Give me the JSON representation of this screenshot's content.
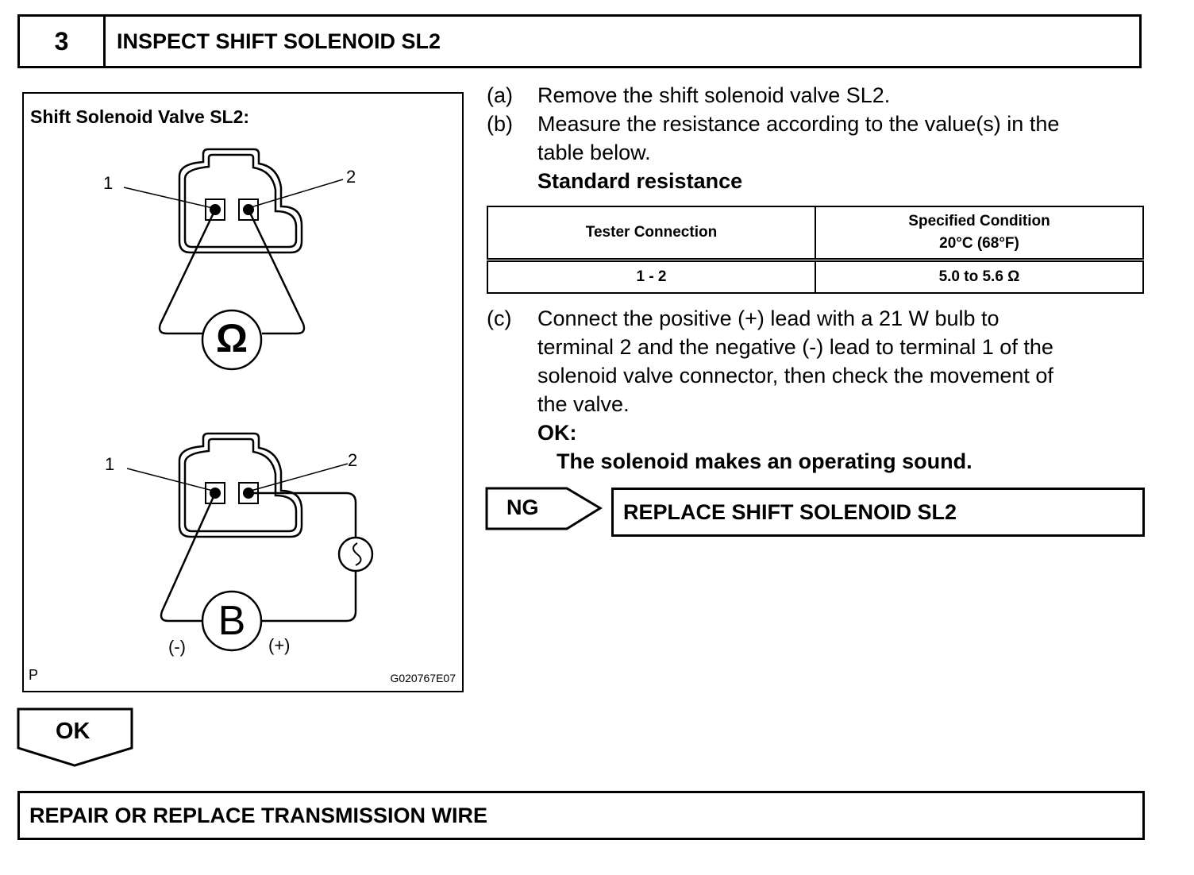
{
  "step": {
    "number": "3",
    "title": "INSPECT SHIFT SOLENOID SL2"
  },
  "figure": {
    "title": "Shift Solenoid Valve SL2:",
    "upper": {
      "terminal_1": "1",
      "terminal_2": "2",
      "meter_symbol": "Ω"
    },
    "lower": {
      "terminal_1": "1",
      "terminal_2": "2",
      "battery_symbol": "B",
      "negative": "(-)",
      "positive": "(+)"
    },
    "corner_left": "P",
    "corner_right": "G020767E07"
  },
  "instructions": {
    "a": {
      "label": "(a)",
      "text": "Remove the shift solenoid valve SL2."
    },
    "b": {
      "label": "(b)",
      "line1": "Measure the resistance according to the value(s) in the",
      "line2": "table below.",
      "heading": "Standard resistance"
    },
    "c": {
      "label": "(c)",
      "lines": [
        "Connect the positive (+) lead with a 21 W bulb to",
        "terminal 2 and the negative (-) lead to terminal 1 of the",
        "solenoid valve connector, then check the movement of",
        "the valve."
      ],
      "ok_label": "OK:",
      "ok_text": "The solenoid makes an operating sound."
    }
  },
  "table": {
    "col1_header": "Tester Connection",
    "col2_header_line1": "Specified Condition",
    "col2_header_line2": "20°C (68°F)",
    "rows": [
      {
        "connection": "1 - 2",
        "condition": "5.0 to 5.6 Ω"
      }
    ]
  },
  "ng": {
    "label": "NG",
    "action": "REPLACE SHIFT SOLENOID SL2"
  },
  "ok": {
    "label": "OK"
  },
  "final_action": "REPAIR OR REPLACE TRANSMISSION WIRE"
}
